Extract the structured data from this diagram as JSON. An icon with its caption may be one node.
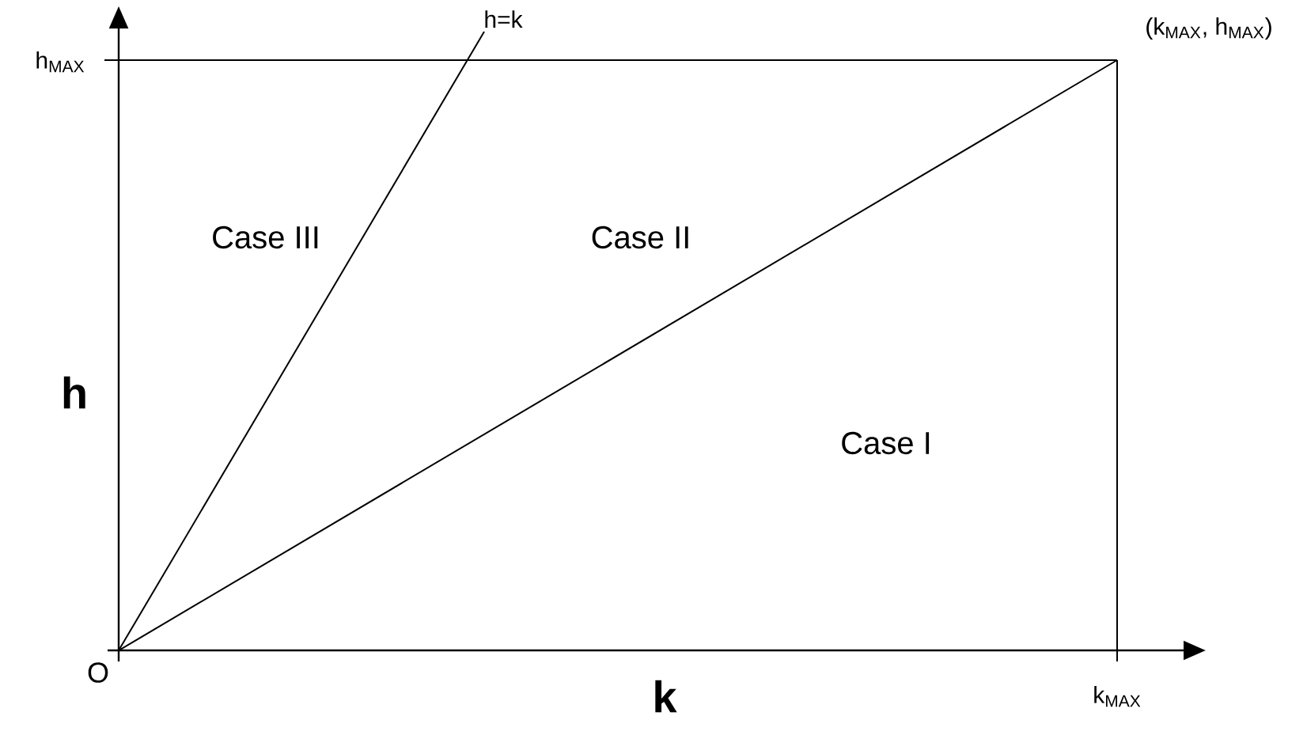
{
  "diagram": {
    "labels": [
      "h=k",
      "h$_{MAX}$",
      "(k$_{MAX}$, h$_{MAX}$)",
      "Case III",
      "Case II",
      "h",
      "Case I",
      "O",
      "k",
      "k$_{MAX}$"
    ]
  }
}
